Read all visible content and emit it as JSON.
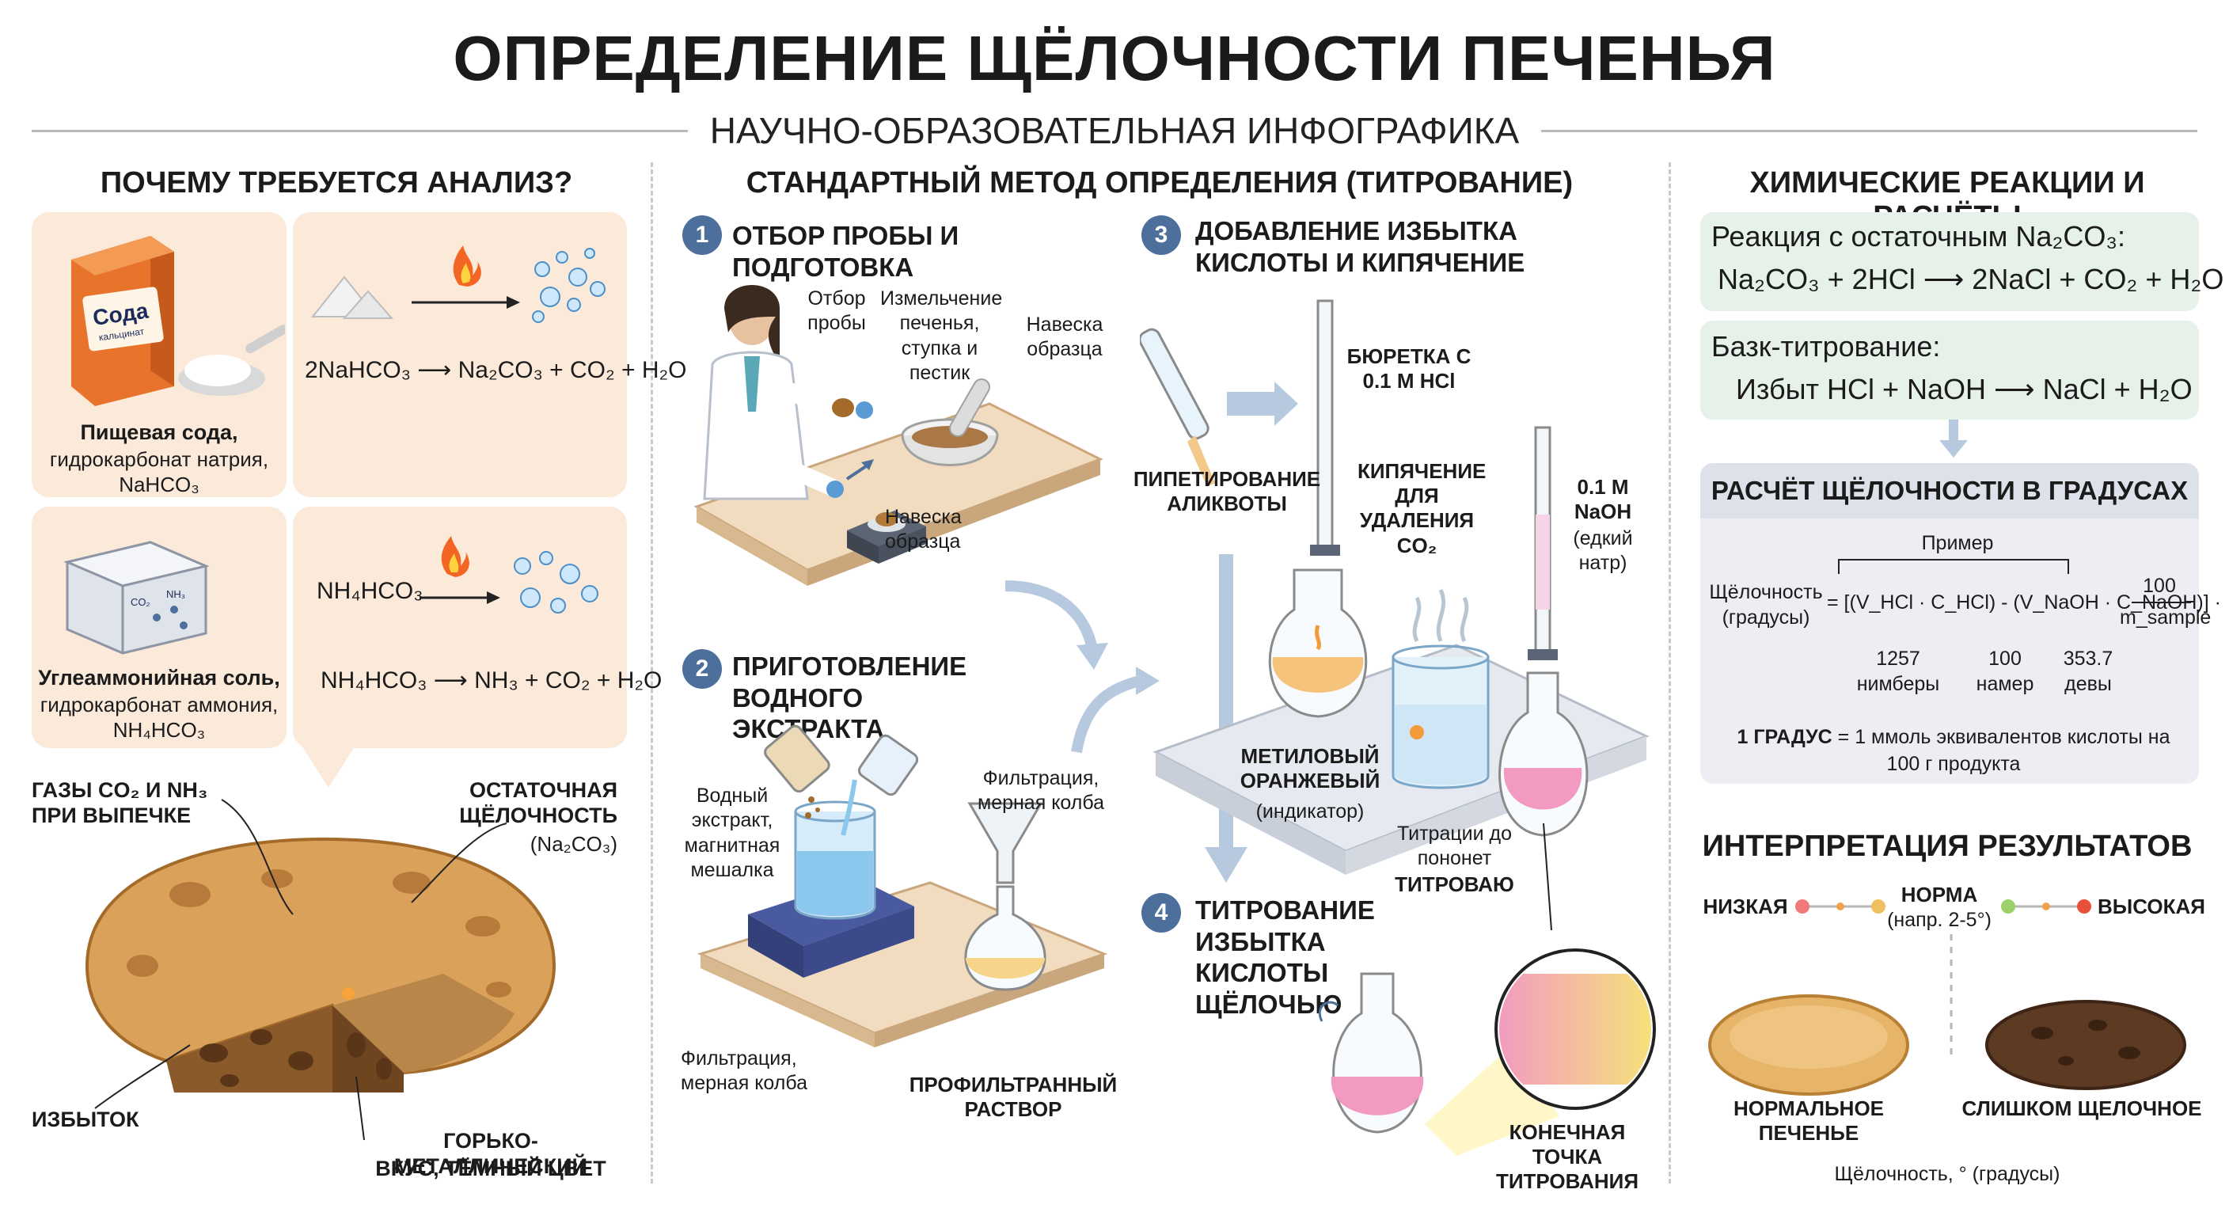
{
  "title": "ОПРЕДЕЛЕНИЕ ЩЁЛОЧНОСТИ ПЕЧЕНЬЯ",
  "subtitle": "НАУЧНО-ОБРАЗОВАТЕЛЬНАЯ ИНФОГРАФИКА",
  "left": {
    "heading": "ПОЧЕМУ ТРЕБУЕТСЯ АНАЛИЗ?",
    "soda_box_label": "Сода",
    "soda_box_sub": "кальцинат",
    "soda_caption_bold": "Пищевая сода,",
    "soda_caption_1": "гидрокарбонат натрия,",
    "soda_caption_2": "NaHCO₃",
    "soda_reaction": "2NaHCO₃ ⟶ Na₂CO₃ + CO₂ + H₂O",
    "amm_caption_bold": "Углеаммонийная соль,",
    "amm_caption_1": "гидрокарбонат аммония,",
    "amm_caption_2": "NH₄HCO₃",
    "amm_box_co2": "CO₂",
    "amm_box_nh3": "NH₃",
    "amm_reactant": "NH₄HCO₃",
    "amm_reaction": "NH₄HCO₃ ⟶ NH₃ + CO₂ + H₂O",
    "gases_label": "ГАЗЫ CO₂ И NH₃ ПРИ ВЫПЕЧКЕ",
    "residual_label": "ОСТАТОЧНАЯ ЩЁЛОЧНОСТЬ",
    "residual_formula": "(Na₂CO₃)",
    "excess_label": "ИЗБЫТОК",
    "taste_label_1": "ГОРЬКО-МЕТАЛЛИЧЕСКИЙ",
    "taste_label_2": "ВКУС, ТЁМНЫЙ ЦВЕТ"
  },
  "middle": {
    "heading": "СТАНДАРТНЫЙ МЕТОД ОПРЕДЕЛЕНИЯ (ТИТРОВАНИЕ)",
    "step1": {
      "num": "1",
      "title": "ОТБОР ПРОБЫ И ПОДГОТОВКА",
      "l_sampling": "Отбор пробы",
      "l_grinding": "Измельчение печенья, ступка и пестик",
      "l_weigh_top": "Навеска образца",
      "l_weigh_bottom": "Навеска образца"
    },
    "step2": {
      "num": "2",
      "title": "ПРИГОТОВЛЕНИЕ ВОДНОГО ЭКСТРАКТА",
      "l_extract": "Водный экстракт, магнитная мешалка",
      "l_filtration_top": "Фильтрация, мерная колба",
      "l_filtration_bottom": "Фильтрация, мерная колба",
      "l_filtrate": "ПРОФИЛЬТРАННЫЙ РАСТВОР"
    },
    "step3": {
      "num": "3",
      "title": "ДОБАВЛЕНИЕ ИЗБЫТКА КИСЛОТЫ И КИПЯЧЕНИЕ",
      "l_pipette": "ПИПЕТИРОВАНИЕ АЛИКВОТЫ",
      "l_burette": "БЮРЕТКА С 0.1 М HCl",
      "l_boiling": "КИПЯЧЕНИЕ ДЛЯ УДАЛЕНИЯ CO₂",
      "l_naoh_bold": "0.1 M NaOH",
      "l_naoh_sub": "(едкий натр)",
      "l_indicator_bold": "МЕТИЛОВЫЙ ОРАНЖЕВЫЙ",
      "l_indicator_sub": "(индикатор)",
      "l_titr_1": "Титрации до пононет",
      "l_titr_2": "ТИТРОВАЮ"
    },
    "step4": {
      "num": "4",
      "title": "ТИТРОВАНИЕ ИЗБЫТКА КИСЛОТЫ ЩЁЛОЧЬЮ",
      "l_endpoint": "КОНЕЧНАЯ ТОЧКА ТИТРОВАНИЯ"
    }
  },
  "right": {
    "heading": "ХИМИЧЕСКИЕ РЕАКЦИИ И РАСЧЁТЫ",
    "r1_title": "Реакция с остаточным Na₂CO₃:",
    "r1_eq": "Na₂CO₃ + 2HCl ⟶ 2NaCl + CO₂ + H₂O",
    "r2_title": "Базк-титрование:",
    "r2_eq": "Избыт HCl + NaOH ⟶ NaCl + H₂O",
    "calc_heading": "РАСЧЁТ ЩЁЛОЧНОСТИ В ГРАДУСАХ",
    "calc_example": "Пример",
    "calc_lhs_1": "Щёлочность",
    "calc_lhs_2": "(градусы)",
    "calc_formula": "= [(V_HCl · C_HCl) - (V_NaOH · C_NaOH)] ·",
    "calc_num": "100",
    "calc_den": "m_sample",
    "calc_ex1_val": "1257",
    "calc_ex1_lbl": "нимберы",
    "calc_ex2_val": "100",
    "calc_ex2_lbl": "намер",
    "calc_ex3_val": "353.7",
    "calc_ex3_lbl": "девы",
    "calc_note_bold": "1 ГРАДУС",
    "calc_note": "= 1 ммоль эквивалентов кислоты на 100 г продукта",
    "interp_heading": "ИНТЕРПРЕТАЦИЯ РЕЗУЛЬТАТОВ",
    "low": "НИЗКАЯ",
    "norm": "НОРМА",
    "norm_sub": "(напр. 2-5°)",
    "high": "ВЫСОКАЯ",
    "normal_cookie": "НОРМАЛЬНОЕ ПЕЧЕНЬЕ",
    "too_alkaline": "СЛИШКОМ ЩЕЛОЧНОЕ",
    "axis_caption": "Щёлочность, ° (градусы)"
  },
  "colors": {
    "accent_blue": "#4d6f9c",
    "panel_peach": "#fbe9d9",
    "box_green": "#e6f1e9",
    "box_gray": "#eceef3"
  }
}
